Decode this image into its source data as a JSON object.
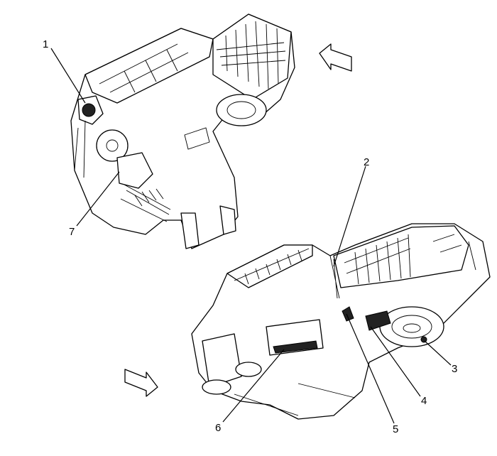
{
  "diagram": {
    "callouts": [
      {
        "id": "1",
        "label": "1"
      },
      {
        "id": "2",
        "label": "2"
      },
      {
        "id": "3",
        "label": "3"
      },
      {
        "id": "4",
        "label": "4"
      },
      {
        "id": "5",
        "label": "5"
      },
      {
        "id": "6",
        "label": "6"
      },
      {
        "id": "7",
        "label": "7"
      }
    ],
    "arrows": [
      {
        "name": "direction-arrow-upper",
        "icon": "hollow-arrow-up-left"
      },
      {
        "name": "direction-arrow-lower",
        "icon": "hollow-arrow-down-right"
      }
    ],
    "colors": {
      "line": "#000000",
      "background": "#ffffff"
    }
  }
}
